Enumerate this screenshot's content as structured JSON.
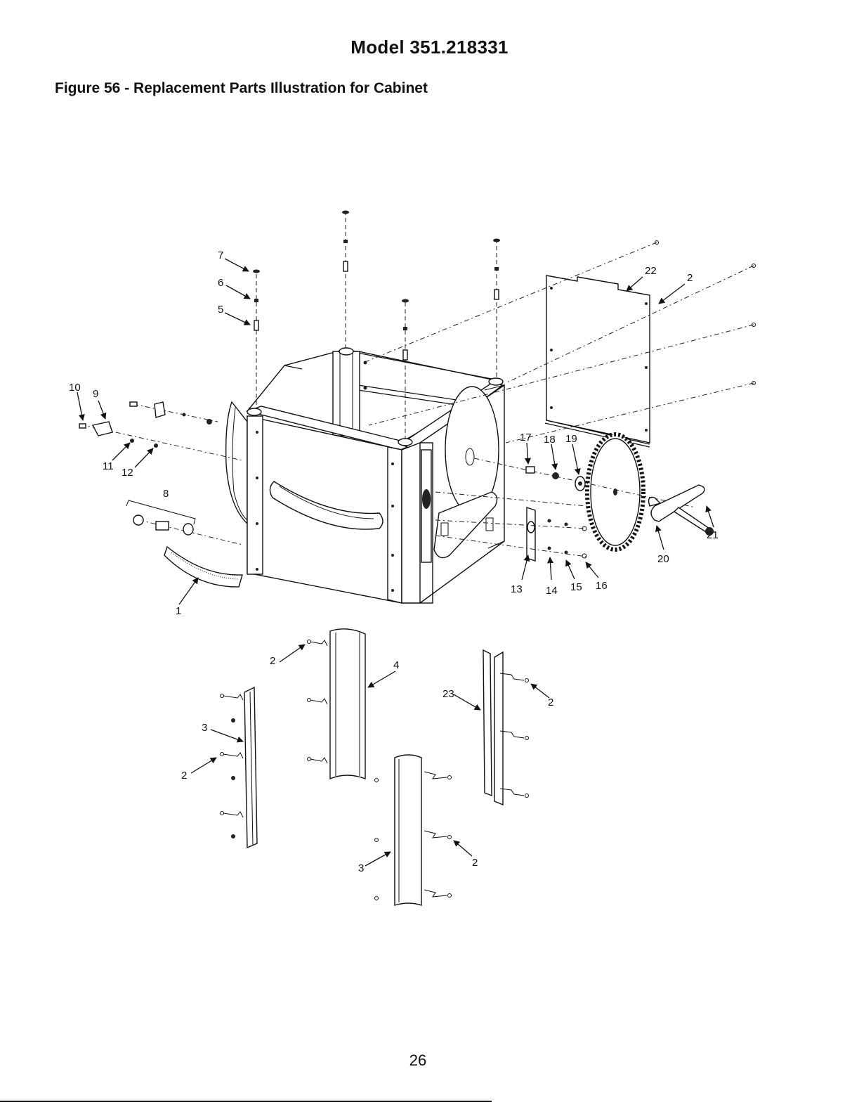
{
  "header": {
    "model": "Model 351.218331",
    "figure_title": "Figure 56 - Replacement Parts Illustration for Cabinet"
  },
  "callouts": {
    "c1": "1",
    "c2": "2",
    "c3": "3",
    "c4": "4",
    "c5": "5",
    "c6": "6",
    "c7": "7",
    "c8": "8",
    "c9": "9",
    "c10": "10",
    "c11": "11",
    "c12": "12",
    "c13": "13",
    "c14": "14",
    "c15": "15",
    "c16": "16",
    "c17": "17",
    "c18": "18",
    "c19": "19",
    "c20": "20",
    "c21": "21",
    "c22": "22",
    "c23": "23"
  },
  "footer": {
    "page_number": "26"
  }
}
